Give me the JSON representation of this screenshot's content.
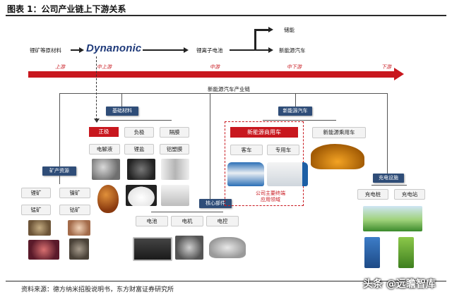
{
  "figure": {
    "title": "图表 1：公司产业链上下游关系",
    "source": "资料来源：德方纳米招股说明书，东方财富证券研究所",
    "watermark": "头条 @远瞻智库"
  },
  "flow": {
    "raw_materials": "锂矿等原材料",
    "company_logo": "Dynanonic",
    "battery": "锂离子电池",
    "energy_storage": "储能",
    "nev": "新能源汽车"
  },
  "stages": [
    "上游",
    "中上游",
    "中游",
    "中下游",
    "下游"
  ],
  "tree": {
    "root": "新能源汽车产业链",
    "basic_materials": {
      "label": "基础材料",
      "items": [
        "正极",
        "负极",
        "隔膜",
        "电解液",
        "锂盐",
        "铝塑膜"
      ]
    },
    "mineral_resources": {
      "label": "矿产资源",
      "items": [
        "锂矿",
        "镍矿",
        "锰矿",
        "钴矿"
      ]
    },
    "core_components": {
      "label": "核心部件",
      "items": [
        "电池",
        "电机",
        "电控"
      ]
    },
    "nev_branch": {
      "label": "新能源汽车",
      "commercial": "新能源商用车",
      "commercial_items": [
        "客车",
        "专用车"
      ],
      "passenger": "新能源乘用车",
      "company_focus": "公司主要终端\n应用领域"
    },
    "charging": {
      "label": "充电设施",
      "items": [
        "充电桩",
        "充电站"
      ]
    }
  },
  "colors": {
    "accent_red": "#c8171e",
    "navy": "#2f4d78",
    "brand_blue": "#1f3a7a"
  }
}
